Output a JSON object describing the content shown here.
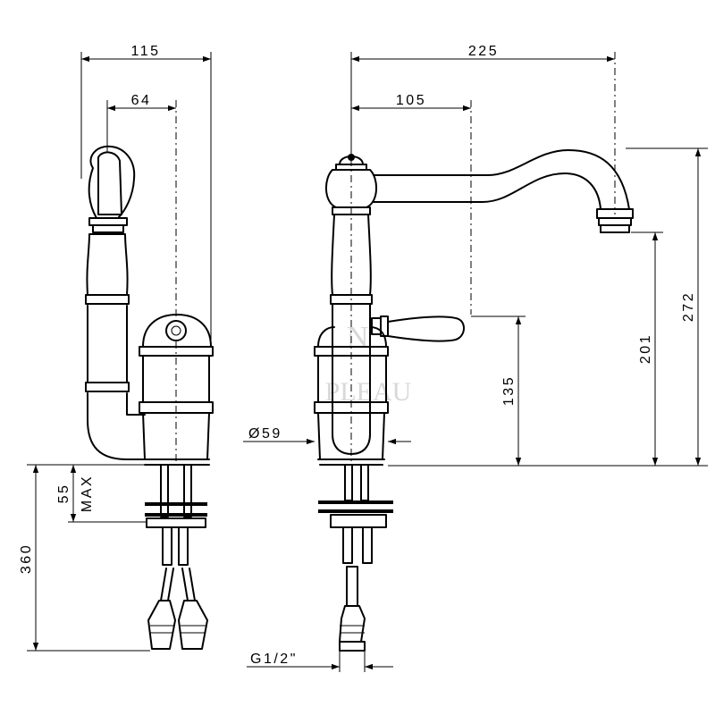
{
  "dimensions": {
    "side_width": "115",
    "side_axis_offset": "64",
    "front_reach": "225",
    "front_axis_offset": "105",
    "total_height": "272",
    "spout_height": "201",
    "lever_height": "135",
    "base_diameter": "Ø59",
    "max_deck_thickness_value": "55",
    "max_deck_thickness_label": "MAX",
    "hose_length": "360",
    "connection_thread": "G1/2\""
  },
  "watermark": {
    "text": "PLEAU"
  },
  "colors": {
    "line": "#000000",
    "background": "#ffffff",
    "watermark": "#b9b9b9"
  }
}
